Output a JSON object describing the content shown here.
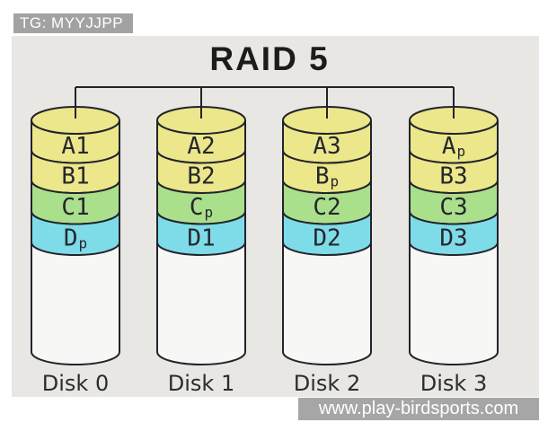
{
  "badge": {
    "text": "TG: MYYJJPP"
  },
  "title": "RAID 5",
  "watermark": {
    "text": "www.play-birdsports.com"
  },
  "colors": {
    "panel_bg": "#e8e7e4",
    "outline": "#23232b",
    "body_fill": "#f7f7f6",
    "band_yellow": "#ebe78a",
    "band_green": "#aadf8c",
    "band_cyan": "#7edce9",
    "badge_bg": "#a2a2a2",
    "watermark_bg": "#a6a6a6",
    "disk_label_color": "#2c2c2c",
    "block_label_color": "#26262c"
  },
  "diagram": {
    "row_colors": [
      "band_yellow",
      "band_yellow",
      "band_green",
      "band_cyan"
    ],
    "disks": [
      {
        "name": "Disk 0",
        "blocks": [
          {
            "base": "A",
            "suffix": "1",
            "subscript": false
          },
          {
            "base": "B",
            "suffix": "1",
            "subscript": false
          },
          {
            "base": "C",
            "suffix": "1",
            "subscript": false
          },
          {
            "base": "D",
            "suffix": "p",
            "subscript": true
          }
        ]
      },
      {
        "name": "Disk 1",
        "blocks": [
          {
            "base": "A",
            "suffix": "2",
            "subscript": false
          },
          {
            "base": "B",
            "suffix": "2",
            "subscript": false
          },
          {
            "base": "C",
            "suffix": "p",
            "subscript": true
          },
          {
            "base": "D",
            "suffix": "1",
            "subscript": false
          }
        ]
      },
      {
        "name": "Disk 2",
        "blocks": [
          {
            "base": "A",
            "suffix": "3",
            "subscript": false
          },
          {
            "base": "B",
            "suffix": "p",
            "subscript": true
          },
          {
            "base": "C",
            "suffix": "2",
            "subscript": false
          },
          {
            "base": "D",
            "suffix": "2",
            "subscript": false
          }
        ]
      },
      {
        "name": "Disk 3",
        "blocks": [
          {
            "base": "A",
            "suffix": "p",
            "subscript": true
          },
          {
            "base": "B",
            "suffix": "3",
            "subscript": false
          },
          {
            "base": "C",
            "suffix": "3",
            "subscript": false
          },
          {
            "base": "D",
            "suffix": "3",
            "subscript": false
          }
        ]
      }
    ]
  }
}
